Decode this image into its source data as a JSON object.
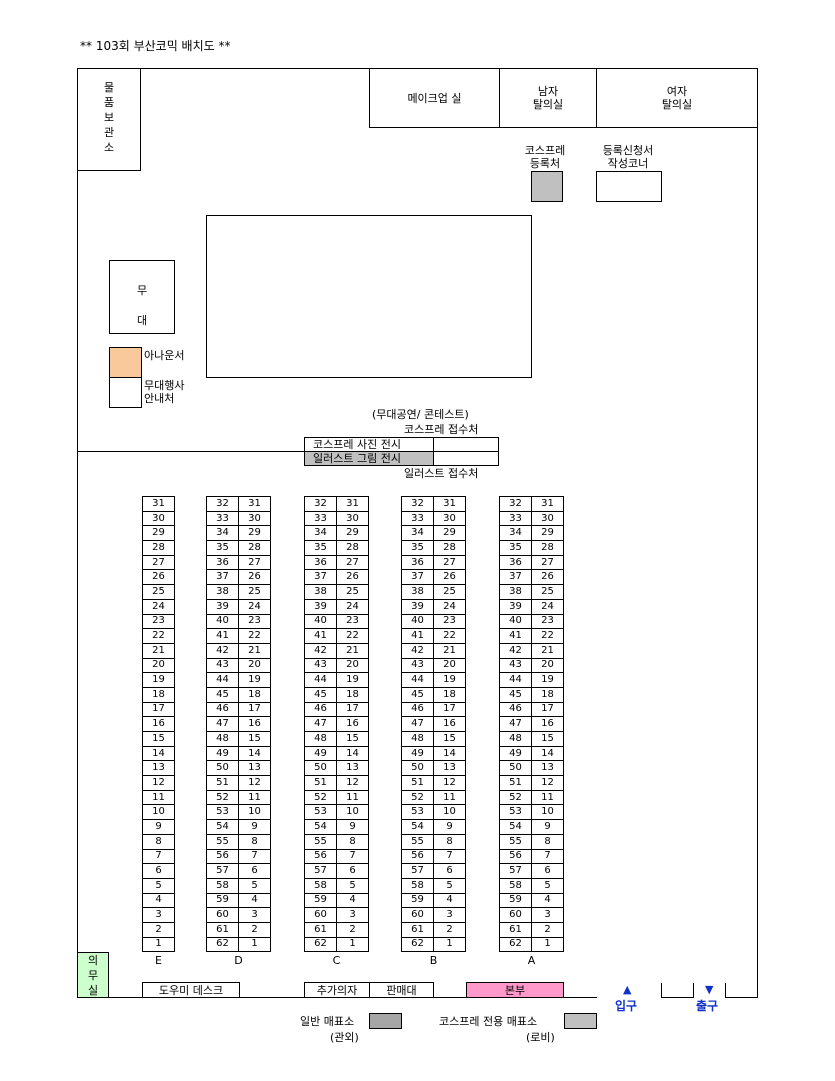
{
  "title": "** 103회 부산코믹 배치도 **",
  "rooms": {
    "storage": [
      "물",
      "품",
      "보",
      "관",
      "소"
    ],
    "makeup": "메이크업 실",
    "male_dressing": [
      "남자",
      "탈의실"
    ],
    "female_dressing": [
      "여자",
      "탈의실"
    ],
    "stage": [
      "무",
      "대"
    ],
    "announcer": "아나운서",
    "stage_guide": [
      "무대행사",
      "안내처"
    ],
    "cosplay_register": [
      "코스프레",
      "등록처"
    ],
    "form_corner": [
      "등록신청서",
      "작성코너"
    ],
    "medical": [
      "의",
      "무",
      "실"
    ]
  },
  "exhibit": {
    "header": "(무대공연/ 콘테스트)",
    "cosplay_reception": "코스프레 접수처",
    "cosplay_photo": "코스프레 사진 전시",
    "illust_drawing": "일러스트 그림 전시",
    "illust_reception": "일러스트 접수처"
  },
  "booths": {
    "columns": [
      "E",
      "D",
      "C",
      "B",
      "A"
    ],
    "single_column": [
      "31",
      "30",
      "29",
      "28",
      "27",
      "26",
      "25",
      "24",
      "23",
      "22",
      "21",
      "20",
      "19",
      "18",
      "17",
      "16",
      "15",
      "14",
      "13",
      "12",
      "11",
      "10",
      "9",
      "8",
      "7",
      "6",
      "5",
      "4",
      "3",
      "2",
      "1"
    ],
    "double_left": [
      "32",
      "33",
      "34",
      "35",
      "36",
      "37",
      "38",
      "39",
      "40",
      "41",
      "42",
      "43",
      "44",
      "45",
      "46",
      "47",
      "48",
      "49",
      "50",
      "51",
      "52",
      "53",
      "54",
      "55",
      "56",
      "57",
      "58",
      "59",
      "60",
      "61",
      "62"
    ],
    "double_right": [
      "31",
      "30",
      "29",
      "28",
      "27",
      "26",
      "25",
      "24",
      "23",
      "22",
      "21",
      "20",
      "19",
      "18",
      "17",
      "16",
      "15",
      "14",
      "13",
      "12",
      "11",
      "10",
      "9",
      "8",
      "7",
      "6",
      "5",
      "4",
      "3",
      "2",
      "1"
    ]
  },
  "bottom": {
    "helper_desk": "도우미 데스크",
    "extra_chairs": "추가의자",
    "sales_stand": "판매대",
    "headquarters": "본부",
    "entrance": "입구",
    "exit": "출구",
    "entrance_arrow": "▲",
    "exit_arrow": "▼"
  },
  "legend": {
    "general_ticket": "일반 매표소",
    "general_ticket_loc": "(관외)",
    "cosplay_ticket": "코스프레 전용 매표소",
    "cosplay_ticket_loc": "(로비)"
  },
  "colors": {
    "gray_dark": "#a6a6a6",
    "gray_light": "#c0c0c0",
    "announcer": "#f9c89b",
    "medical": "#ccffcc",
    "headquarters": "#ff99cc",
    "blue": "#1030c8"
  }
}
